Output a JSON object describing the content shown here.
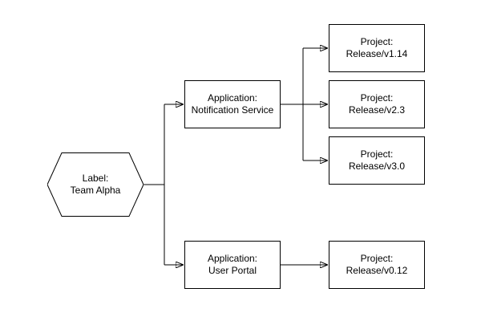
{
  "diagram": {
    "background_color": "#ffffff",
    "node_fill_color": "#ffffff",
    "node_stroke_color": "#000000",
    "text_color": "#000000",
    "nodes": {
      "team_alpha": {
        "shape": "hexagon",
        "line1": "Label:",
        "line2": "Team Alpha"
      },
      "notification_service": {
        "shape": "rectangle",
        "line1": "Application:",
        "line2": "Notification Service"
      },
      "user_portal": {
        "shape": "rectangle",
        "line1": "Application:",
        "line2": "User Portal"
      },
      "release_v1_14": {
        "shape": "rectangle",
        "line1": "Project:",
        "line2": "Release/v1.14"
      },
      "release_v2_3": {
        "shape": "rectangle",
        "line1": "Project:",
        "line2": "Release/v2.3"
      },
      "release_v3_0": {
        "shape": "rectangle",
        "line1": "Project:",
        "line2": "Release/v3.0"
      },
      "release_v0_12": {
        "shape": "rectangle",
        "line1": "Project:",
        "line2": "Release/v0.12"
      }
    },
    "edges": [
      {
        "from": "team_alpha",
        "to": "notification_service"
      },
      {
        "from": "team_alpha",
        "to": "user_portal"
      },
      {
        "from": "notification_service",
        "to": "release_v1_14"
      },
      {
        "from": "notification_service",
        "to": "release_v2_3"
      },
      {
        "from": "notification_service",
        "to": "release_v3_0"
      },
      {
        "from": "user_portal",
        "to": "release_v0_12"
      }
    ]
  }
}
